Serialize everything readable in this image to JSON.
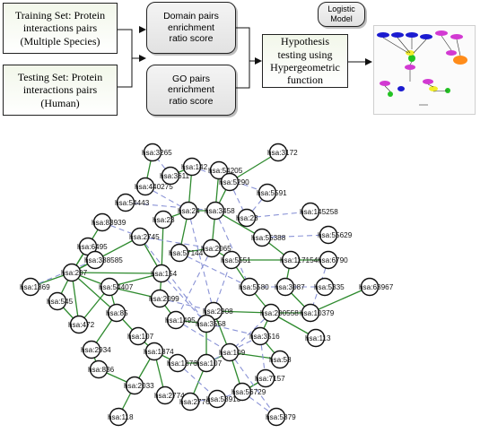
{
  "pipeline": {
    "training_set": "Training Set: Protein\ninteractions pairs\n(Multiple Species)",
    "testing_set": "Testing Set: Protein\ninteractions pairs\n(Human)",
    "domain_pairs": "Domain pairs\nenrichment\nratio score",
    "go_pairs": "GO pairs\nenrichment\nratio score",
    "hypothesis": "Hypothesis\ntesting using\nHypergeometric\nfunction",
    "logistic_model": "Logistic\nModel"
  },
  "network": {
    "nodes": [
      "hsa:3265",
      "hsa:3611",
      "hsa:142",
      "hsa:54205",
      "hsa:3172",
      "hsa:440275",
      "hsa:5290",
      "hsa:54443",
      "hsa:5591",
      "hsa:145258",
      "hsa:83939",
      "hsa:23",
      "hsa:24",
      "hsa:3458",
      "hsa:23b",
      "hsa:55629",
      "hsa:6495",
      "hsa:2745",
      "hsa:2065",
      "hsa:55388",
      "hsa:388585",
      "hsa:57144",
      "hsa:6790",
      "hsa:207",
      "hsa:5551",
      "hsa:117154",
      "hsa:1869",
      "hsa:154",
      "hsa:54407",
      "hsa:5335",
      "hsa:63967",
      "hsa:545",
      "hsa:2099",
      "hsa:5580",
      "hsa:3087",
      "hsa:2908",
      "hsa:10379",
      "hsa:472",
      "hsa:85",
      "hsa:149",
      "hsa:3558",
      "hsa:200558",
      "hsa:107",
      "hsa:3516",
      "hsa:113",
      "hsa:2934",
      "hsa:1874",
      "hsa:109",
      "hsa:58",
      "hsa:1876",
      "hsa:107b",
      "hsa:836",
      "hsa:7157",
      "hsa:2033",
      "hsa:2774",
      "hsa:2776",
      "hsa:58913",
      "hsa:56729",
      "hsa:118",
      "hsa:5879"
    ],
    "labels": {
      "hsa:3265": "hsa:3265",
      "hsa:3611": "hsa:3611",
      "hsa:142": "hsa:142",
      "hsa:54205": "hsa:54205",
      "hsa:3172": "hsa:3172",
      "hsa:440275": "hsa:440275",
      "hsa:5290": "hsa:5290",
      "hsa:54443": "hsa:54443",
      "hsa:5591": "hsa:5591",
      "hsa:145258": "hsa:145258",
      "hsa:83939": "hsa:83939",
      "hsa:23": "hsa:23",
      "hsa:24": "hsa:24",
      "hsa:3458": "hsa:3458",
      "hsa:23b": "hsa:23",
      "hsa:55629": "hsa:55629",
      "hsa:6495": "hsa:6495",
      "hsa:2745": "hsa:2745",
      "hsa:2065": "hsa:2065",
      "hsa:55388": "hsa:55388",
      "hsa:388585": "hsa:388585",
      "hsa:57144": "hsa:57144",
      "hsa:6790": "hsa:6790",
      "hsa:207": "hsa:207",
      "hsa:5551": "hsa:5551",
      "hsa:117154": "hsa:117154",
      "hsa:1869": "hsa:1869",
      "hsa:154": "hsa:154",
      "hsa:54407": "hsa:54407",
      "hsa:5335": "hsa:5335",
      "hsa:63967": "hsa:63967",
      "hsa:545": "hsa:545",
      "hsa:2099": "hsa:2099",
      "hsa:5580": "hsa:5580",
      "hsa:3087": "hsa:3087",
      "hsa:2908": "hsa:2908",
      "hsa:10379": "hsa:10379",
      "hsa:472": "hsa:472",
      "hsa:85": "hsa:85",
      "hsa:149": "hsa:1495",
      "hsa:3558": "hsa:3558",
      "hsa:200558": "hsa:200558",
      "hsa:107": "hsa:107",
      "hsa:3516": "hsa:3516",
      "hsa:113": "hsa:113",
      "hsa:2934": "hsa:2934",
      "hsa:1874": "hsa:1874",
      "hsa:109": "hsa:109",
      "hsa:58": "hsa:58",
      "hsa:1876": "hsa:1876",
      "hsa:107b": "hsa:107",
      "hsa:836": "hsa:836",
      "hsa:7157": "hsa:7157",
      "hsa:2033": "hsa:2033",
      "hsa:2774": "hsa:2774",
      "hsa:2776": "hsa:2776",
      "hsa:58913": "hsa:58913",
      "hsa:56729": "hsa:56729",
      "hsa:118": "hsa:118",
      "hsa:5879": "hsa:5879"
    },
    "edge_colors": {
      "solid": "#2e8a2e",
      "dashed": "#8a93d6"
    }
  }
}
